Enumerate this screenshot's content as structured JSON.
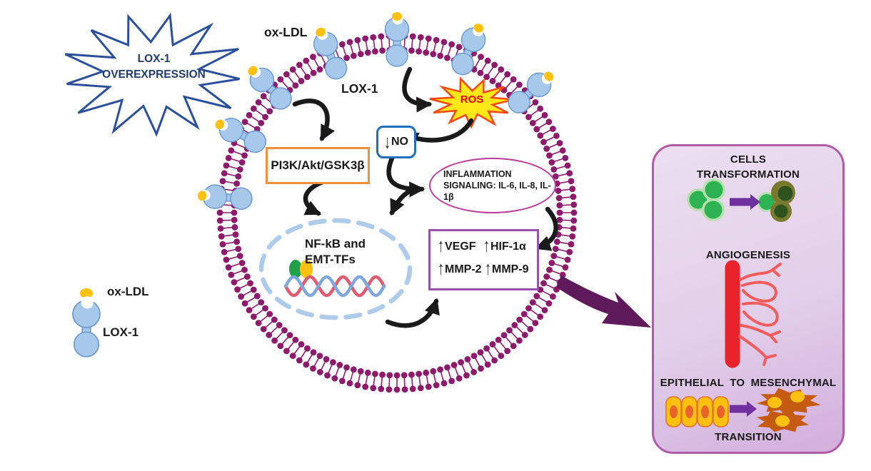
{
  "starburst": {
    "line1": "LOX-1",
    "line2": "OVEREXPRESSION"
  },
  "membrane_labels": {
    "oxldl": "ox-LDL",
    "lox1": "LOX-1"
  },
  "pathway": {
    "pi3k": "PI3K/Akt/GSK3β",
    "no": {
      "arrow": "↓",
      "label": "NO"
    },
    "ros": "ROS",
    "inflammation": "INFLAMMATION SIGNALING: IL-6, IL-8, IL-1β",
    "nucleus": {
      "line1": "NF-kB and",
      "line2": "EMT-TFs"
    },
    "vegf_box": {
      "items": [
        {
          "arrow": "↑",
          "label": "VEGF"
        },
        {
          "arrow": "↑",
          "label": "HIF-1α"
        },
        {
          "arrow": "↑",
          "label": "MMP-2"
        },
        {
          "arrow": "↑",
          "label": "MMP-9"
        }
      ]
    }
  },
  "legend": {
    "oxldl": "ox-LDL",
    "lox1": "LOX-1"
  },
  "outcomes_panel": {
    "cells_line1": "CELLS",
    "cells_line2": "TRANSFORMATION",
    "angiogenesis": "ANGIOGENESIS",
    "emt_line1": "EPITHELIAL TO MESENCHYMAL",
    "emt_line2": "TRANSITION"
  },
  "colors": {
    "membrane": "#8e1a6b",
    "receptor_fill": "#a6c8ea",
    "receptor_stroke": "#6e9ad0",
    "oxldl_dot": "#ffc010",
    "starburst_stroke": "#2b4f9b",
    "starburst_text": "#1f3c6e",
    "pi3k_border": "#f2913d",
    "no_border": "#1f6fbf",
    "ros_fill": "#ffe817",
    "ros_stroke": "#ff4713",
    "ros_text": "#e8001c",
    "inflammation_border": "#be3c96",
    "vegf_border": "#9455a8",
    "nucleus_dash": "#aecbea",
    "tf_green": "#21a049",
    "tf_yellow": "#ffc010",
    "dna_red": "#e05a70",
    "dna_blue": "#7fa7dc",
    "arrow_black": "#1a1a1a",
    "big_arrow": "#5e1a5a",
    "small_arrow": "#7030a0",
    "panel_border": "#b05ca6",
    "cell_green": "#2eb353",
    "cell_green_halo": "#b7dfaf",
    "cell_olive": "#7a7a2e",
    "cell_olive_dark": "#2e5220",
    "vessel_red": "#e8232b",
    "vessel_branch": "#f25c5c",
    "epithelial_fill": "#ffc010",
    "epithelial_stroke": "#e97132",
    "epithelial_nucleus": "#e8642c",
    "mesenchymal_fill": "#c55a11"
  }
}
